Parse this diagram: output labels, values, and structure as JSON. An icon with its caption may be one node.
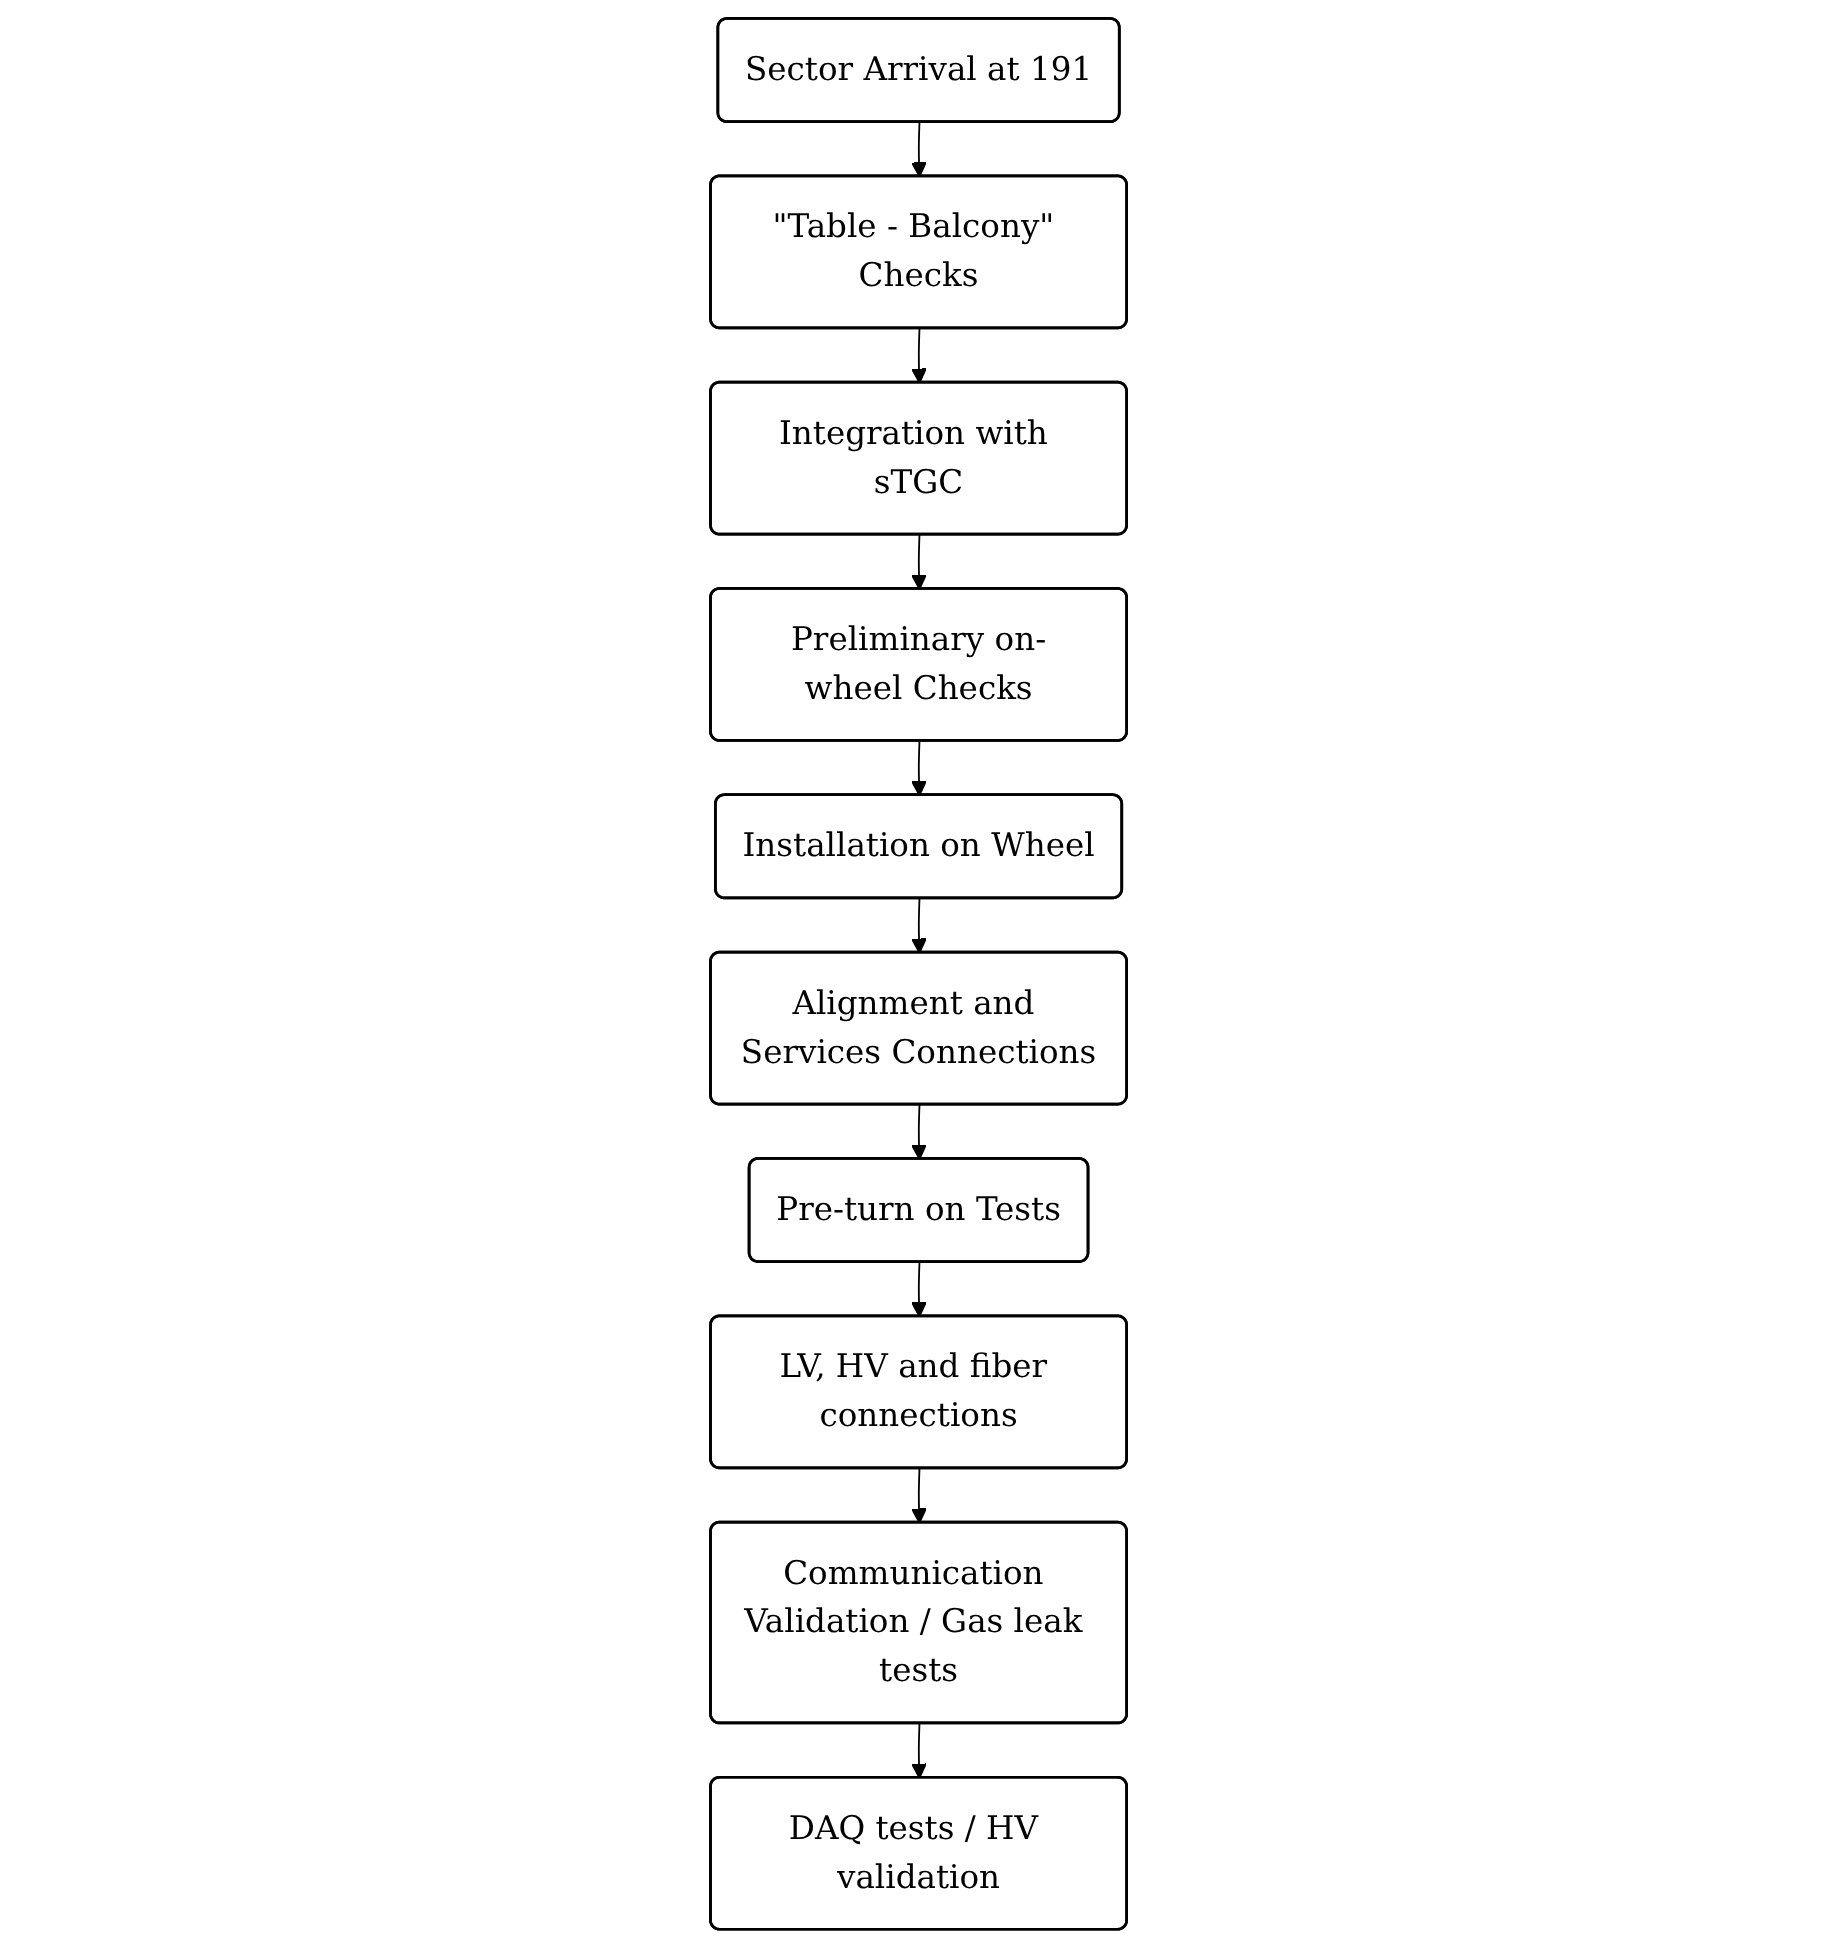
{
  "diagram": {
    "nodes": [
      {
        "text": [
          "Sector Arrival at 191"
        ]
      },
      {
        "text": [
          "\"Table - Balcony\" Checks"
        ]
      },
      {
        "text": [
          "Integration with sTGC"
        ]
      },
      {
        "text": [
          "Preliminary on-wheel Checks"
        ]
      },
      {
        "text": [
          "Installation on Wheel"
        ]
      },
      {
        "text": [
          "Alignment and Services Connections"
        ]
      },
      {
        "text": [
          "Pre-turn on Tests"
        ]
      },
      {
        "text": [
          "LV, HV and fiber connections"
        ]
      },
      {
        "text": [
          "Communication Validation / Gas leak tests"
        ]
      },
      {
        "text": [
          "DAQ tests / HV validation"
        ]
      }
    ],
    "edges": [
      {
        "from": 0,
        "to": 1,
        "arrow": "to"
      },
      {
        "from": 1,
        "to": 2,
        "arrow": "to"
      },
      {
        "from": 2,
        "to": 3,
        "arrow": "to"
      },
      {
        "from": 3,
        "to": 4,
        "arrow": "to"
      },
      {
        "from": 4,
        "to": 5,
        "arrow": "to"
      },
      {
        "from": 5,
        "to": 6,
        "arrow": "to"
      },
      {
        "from": 6,
        "to": 7,
        "arrow": "to"
      },
      {
        "from": 7,
        "to": 8,
        "arrow": "to"
      },
      {
        "from": 8,
        "to": 9,
        "arrow": "to"
      }
    ]
  }
}
